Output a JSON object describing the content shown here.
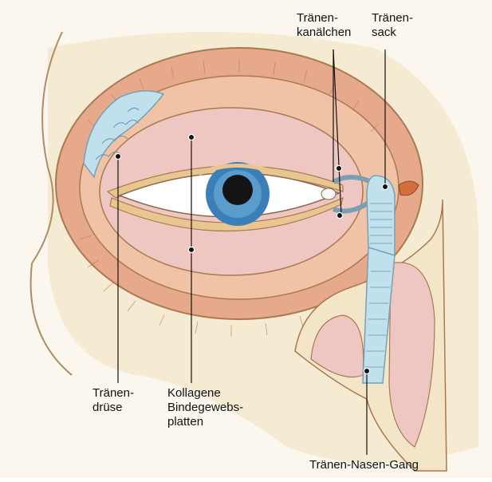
{
  "labels": {
    "canaliculi": [
      "Tränen-",
      "kanälchen"
    ],
    "sac": [
      "Tränen-",
      "sack"
    ],
    "gland": [
      "Tränen-",
      "drüse"
    ],
    "plates": [
      "Kollagene",
      "Bindegewebs-",
      "platten"
    ],
    "duct": "Tränen-Nasen-Gang"
  },
  "colors": {
    "background": "#fbf7ef",
    "skin": "#f3e6c8",
    "eyelid": "#e7a98c",
    "tarsus": "#efc7c2",
    "gland": "#bfe0ec",
    "iris": "#3b7fb8",
    "outline": "#a9794f"
  }
}
